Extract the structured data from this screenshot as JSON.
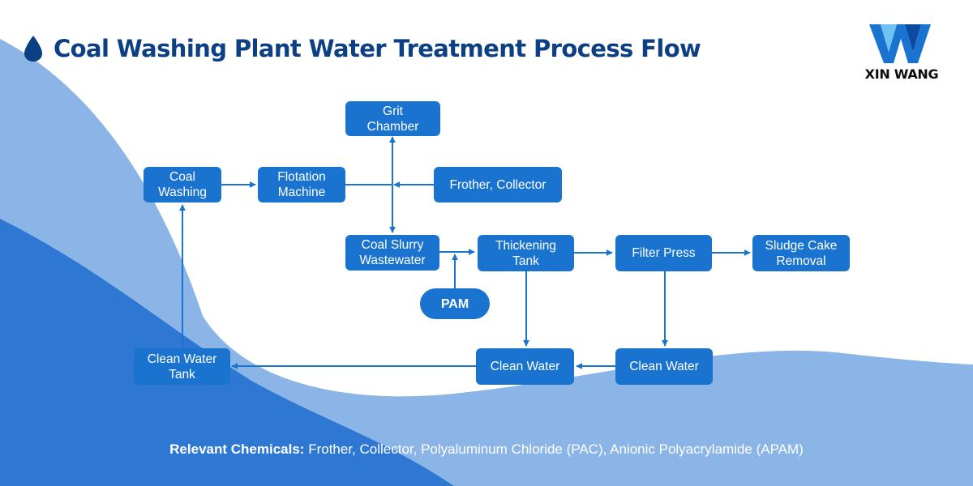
{
  "title": "Coal Washing Plant Water Treatment Process Flow",
  "logo": {
    "text": "XIN WANG"
  },
  "colors": {
    "node": "#1a74cf",
    "title": "#0c3f84",
    "arrow": "#1a74cf",
    "wave_light": "#8ab5e6",
    "wave_dark": "#2e78d4"
  },
  "nodes": {
    "grit_chamber": "Grit\nChamber",
    "coal_washing": "Coal\nWashing",
    "flotation_machine": "Flotation\nMachine",
    "frother_collector": "Frother, Collector",
    "coal_slurry_wastewater": "Coal Slurry\nWastewater",
    "thickening_tank": "Thickening\nTank",
    "filter_press": "Filter Press",
    "sludge_cake_removal": "Sludge Cake\nRemoval",
    "pam": "PAM",
    "clean_water_tank": "Clean Water\nTank",
    "clean_water_1": "Clean Water",
    "clean_water_2": "Clean Water"
  },
  "footer": {
    "label": "Relevant Chemicals:",
    "text": "Frother, Collector, Polyaluminum Chloride (PAC), Anionic Polyacrylamide (APAM)"
  }
}
